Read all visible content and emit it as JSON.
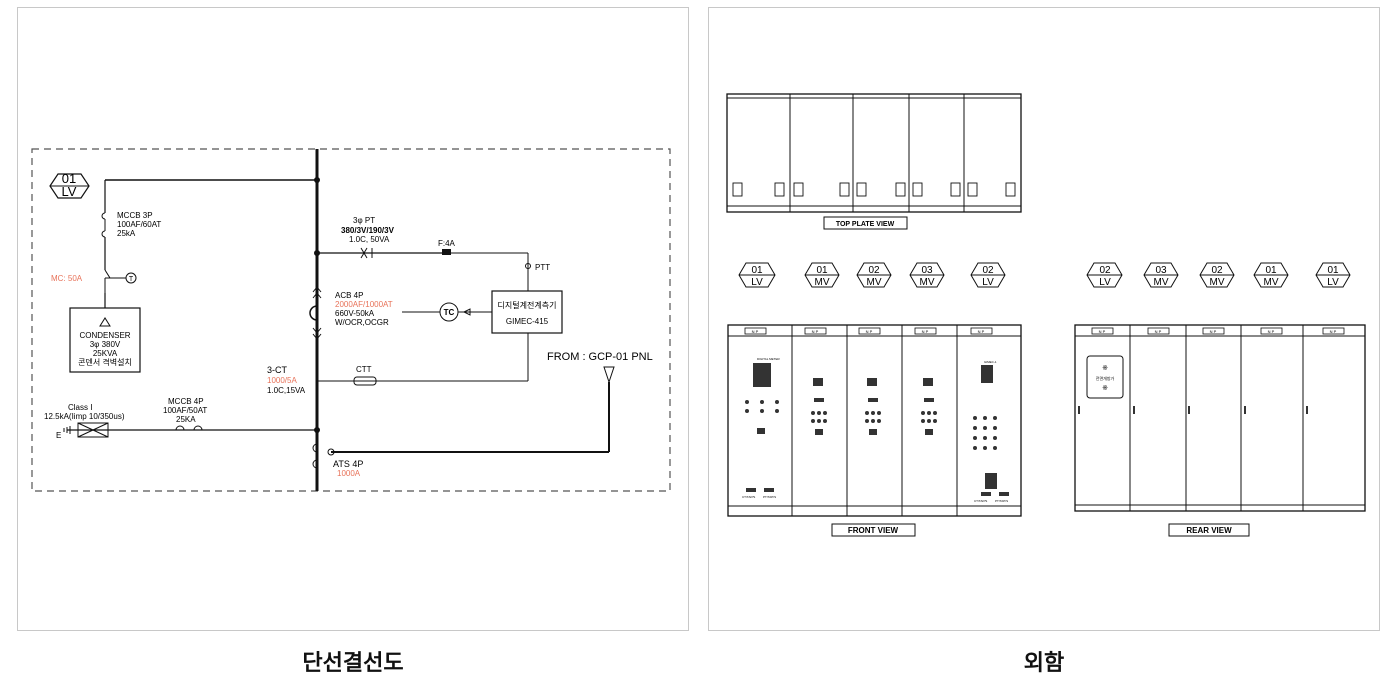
{
  "captions": {
    "left": "단선결선도",
    "right": "외함"
  },
  "sld": {
    "panel_tag": {
      "num": "01",
      "type": "LV"
    },
    "mccb_3p": [
      "MCCB 3P",
      "100AF/60AT",
      "25kA"
    ],
    "mc": "MC: 50A",
    "condenser": [
      "CONDENSER",
      "3φ 380V",
      "25KVA",
      "콘덴서 격벽설치"
    ],
    "pt": [
      "3φ PT",
      "380/3V/190/3V",
      "1.0C, 50VA"
    ],
    "fuse": "F:4A",
    "ptt": "PTT",
    "acb": [
      "ACB 4P",
      "2000AF/1000AT",
      "660V-50kA",
      "W/OCR,OCGR"
    ],
    "tc": "TC",
    "meter": [
      "디지털계전계측기",
      "GIMEC-415"
    ],
    "from": "FROM : GCP-01 PNL",
    "ct": [
      "3-CT",
      "1000/5A",
      "1.0C,15VA"
    ],
    "ctt": "CTT",
    "spd": [
      "Class I",
      "12.5kA(Iimp 10/350us)"
    ],
    "earth": "E",
    "mccb_4p": [
      "MCCB 4P",
      "100AF/50AT",
      "25KA"
    ],
    "ats": [
      "ATS 4P",
      "1000A"
    ],
    "accent": "#e8735a"
  },
  "enclosure": {
    "top_view_label": "TOP PLATE VIEW",
    "front_view_label": "FRONT VIEW",
    "rear_view_label": "REAR VIEW",
    "front_tags": [
      {
        "num": "01",
        "type": "LV"
      },
      {
        "num": "01",
        "type": "MV"
      },
      {
        "num": "02",
        "type": "MV"
      },
      {
        "num": "03",
        "type": "MV"
      },
      {
        "num": "02",
        "type": "LV"
      }
    ],
    "rear_tags": [
      {
        "num": "02",
        "type": "LV"
      },
      {
        "num": "03",
        "type": "MV"
      },
      {
        "num": "02",
        "type": "MV"
      },
      {
        "num": "01",
        "type": "MV"
      },
      {
        "num": "01",
        "type": "LV"
      }
    ],
    "nameplate": "N P",
    "front_device_labels": [
      "DIGITAL METER",
      "CT/TAP/S",
      "PT/TAP/S",
      "GIMEC-1",
      "CT/TAP/S",
      "PT/TAP/S"
    ],
    "rear_panel_label": "전면개방가"
  }
}
